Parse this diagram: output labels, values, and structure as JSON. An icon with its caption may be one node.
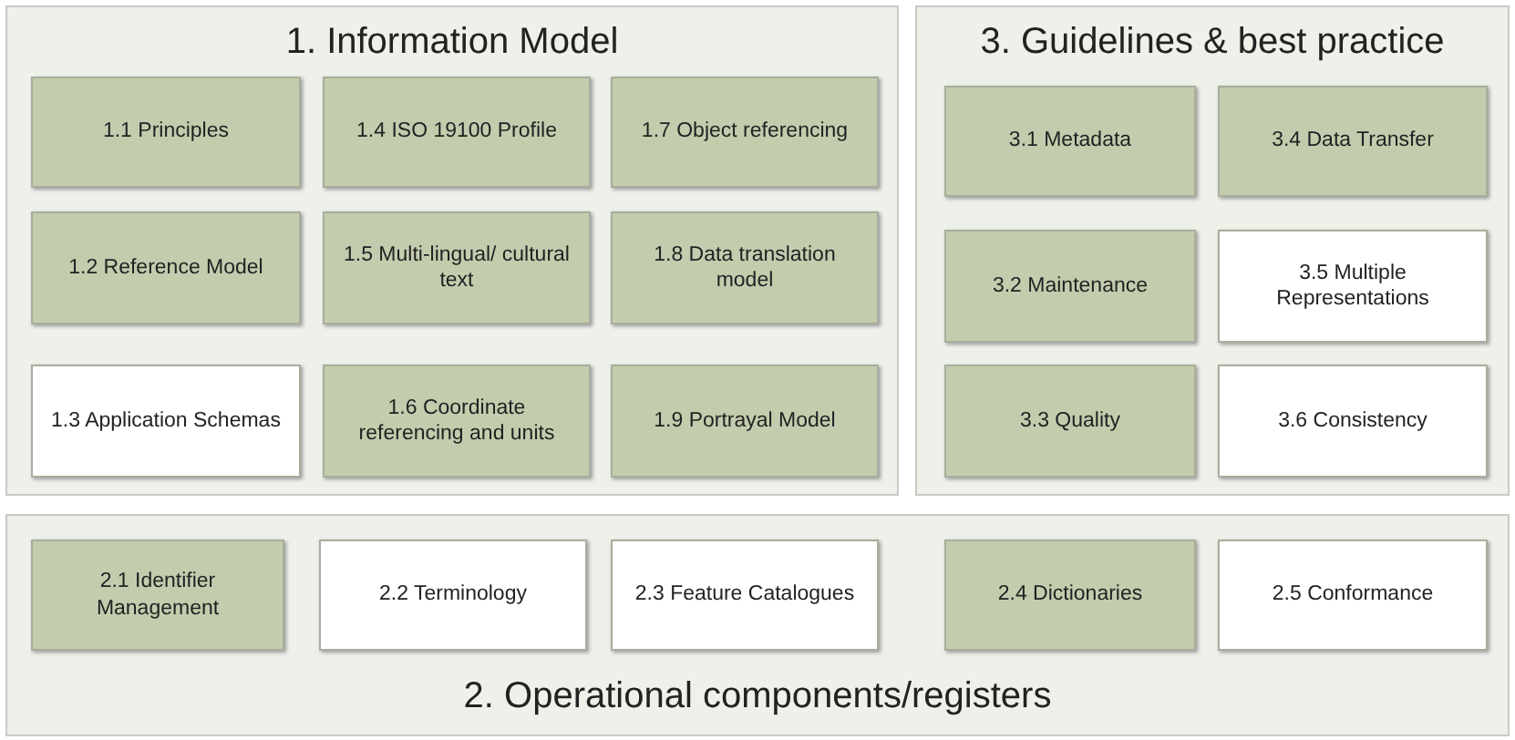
{
  "diagram": {
    "nodes": [
      {
        "text": [
          "1. Information Model"
        ]
      },
      {
        "text": [
          "1.1 Principles"
        ],
        "in": 0
      },
      {
        "text": [
          "1.4 ISO 19100 Profile"
        ],
        "in": 0
      },
      {
        "text": [
          "1.7 Object referencing"
        ],
        "in": 0
      },
      {
        "text": [
          "1.2 Reference Model"
        ],
        "in": 0
      },
      {
        "text": [
          "1.5 Multi-lingual/ cultural text"
        ],
        "in": 0
      },
      {
        "text": [
          "1.8 Data translation model"
        ],
        "in": 0
      },
      {
        "text": [
          "1.3 Application Schemas"
        ],
        "in": 0
      },
      {
        "text": [
          "1.6 Coordinate referencing and units"
        ],
        "in": 0
      },
      {
        "text": [
          "1.9 Portrayal Model"
        ],
        "in": 0
      },
      {
        "text": [
          "3. Guidelines & best practice"
        ]
      },
      {
        "text": [
          "3.1 Metadata"
        ],
        "in": 10
      },
      {
        "text": [
          "3.4 Data Transfer"
        ],
        "in": 10
      },
      {
        "text": [
          "3.2 Maintenance"
        ],
        "in": 10
      },
      {
        "text": [
          "3.5 Multiple Representations"
        ],
        "in": 10
      },
      {
        "text": [
          "3.3 Quality"
        ],
        "in": 10
      },
      {
        "text": [
          "3.6 Consistency"
        ],
        "in": 10
      },
      {
        "text": [
          "2. Operational components/registers"
        ]
      },
      {
        "text": [
          "2.1 Identifier Management"
        ],
        "in": 17
      },
      {
        "text": [
          "2.2 Terminology"
        ],
        "in": 17
      },
      {
        "text": [
          "2.3 Feature Catalogues"
        ],
        "in": 17
      },
      {
        "text": [
          "2.4 Dictionaries"
        ],
        "in": 17
      },
      {
        "text": [
          "2.5 Conformance"
        ],
        "in": 17
      }
    ]
  }
}
